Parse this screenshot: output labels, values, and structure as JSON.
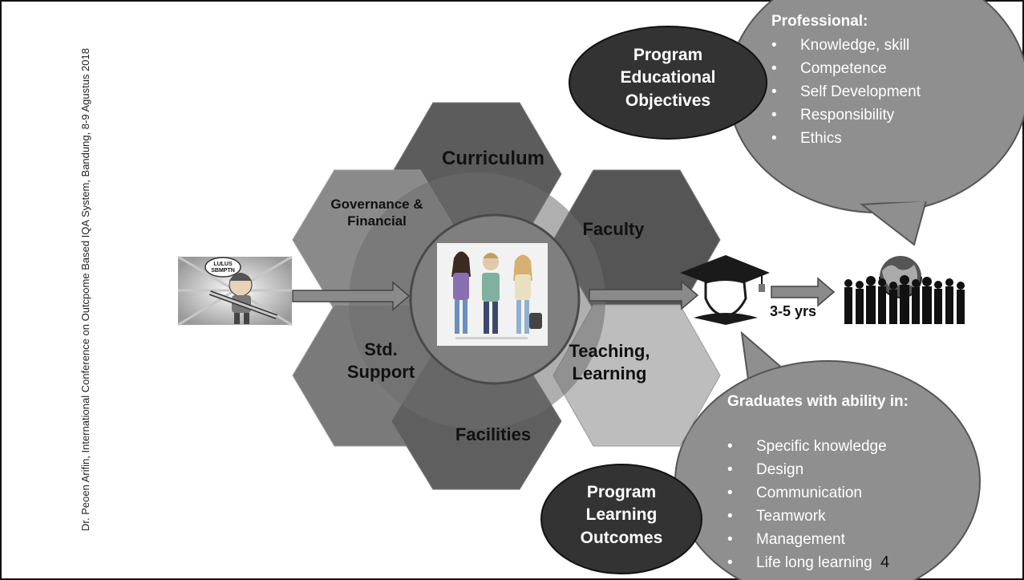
{
  "side_caption": "Dr. Peoen Arifin, International Conference on Outcpome Based IQA System, Bandung, 8-9 Agustus 2018",
  "hexagons": {
    "curriculum": "Curriculum",
    "governance": "Governance & Financial",
    "faculty": "Faculty",
    "std_support": "Std. Support",
    "teaching": "Teaching, Learning",
    "facilities": "Facilities"
  },
  "badge_text": "LULUS SBMPTN",
  "peo": {
    "label": "Program Educational Objectives",
    "title": "Professional:",
    "items": [
      "Knowledge, skill",
      "Competence",
      "Self Development",
      "Responsibility",
      "Ethics"
    ]
  },
  "plo": {
    "label": "Program Learning Outcomes",
    "title": "Graduates with ability in:",
    "items": [
      "Specific knowledge",
      "Design",
      "Communication",
      "Teamwork",
      "Management",
      "Life long learning"
    ]
  },
  "duration": "3-5 yrs",
  "page_number": "4"
}
